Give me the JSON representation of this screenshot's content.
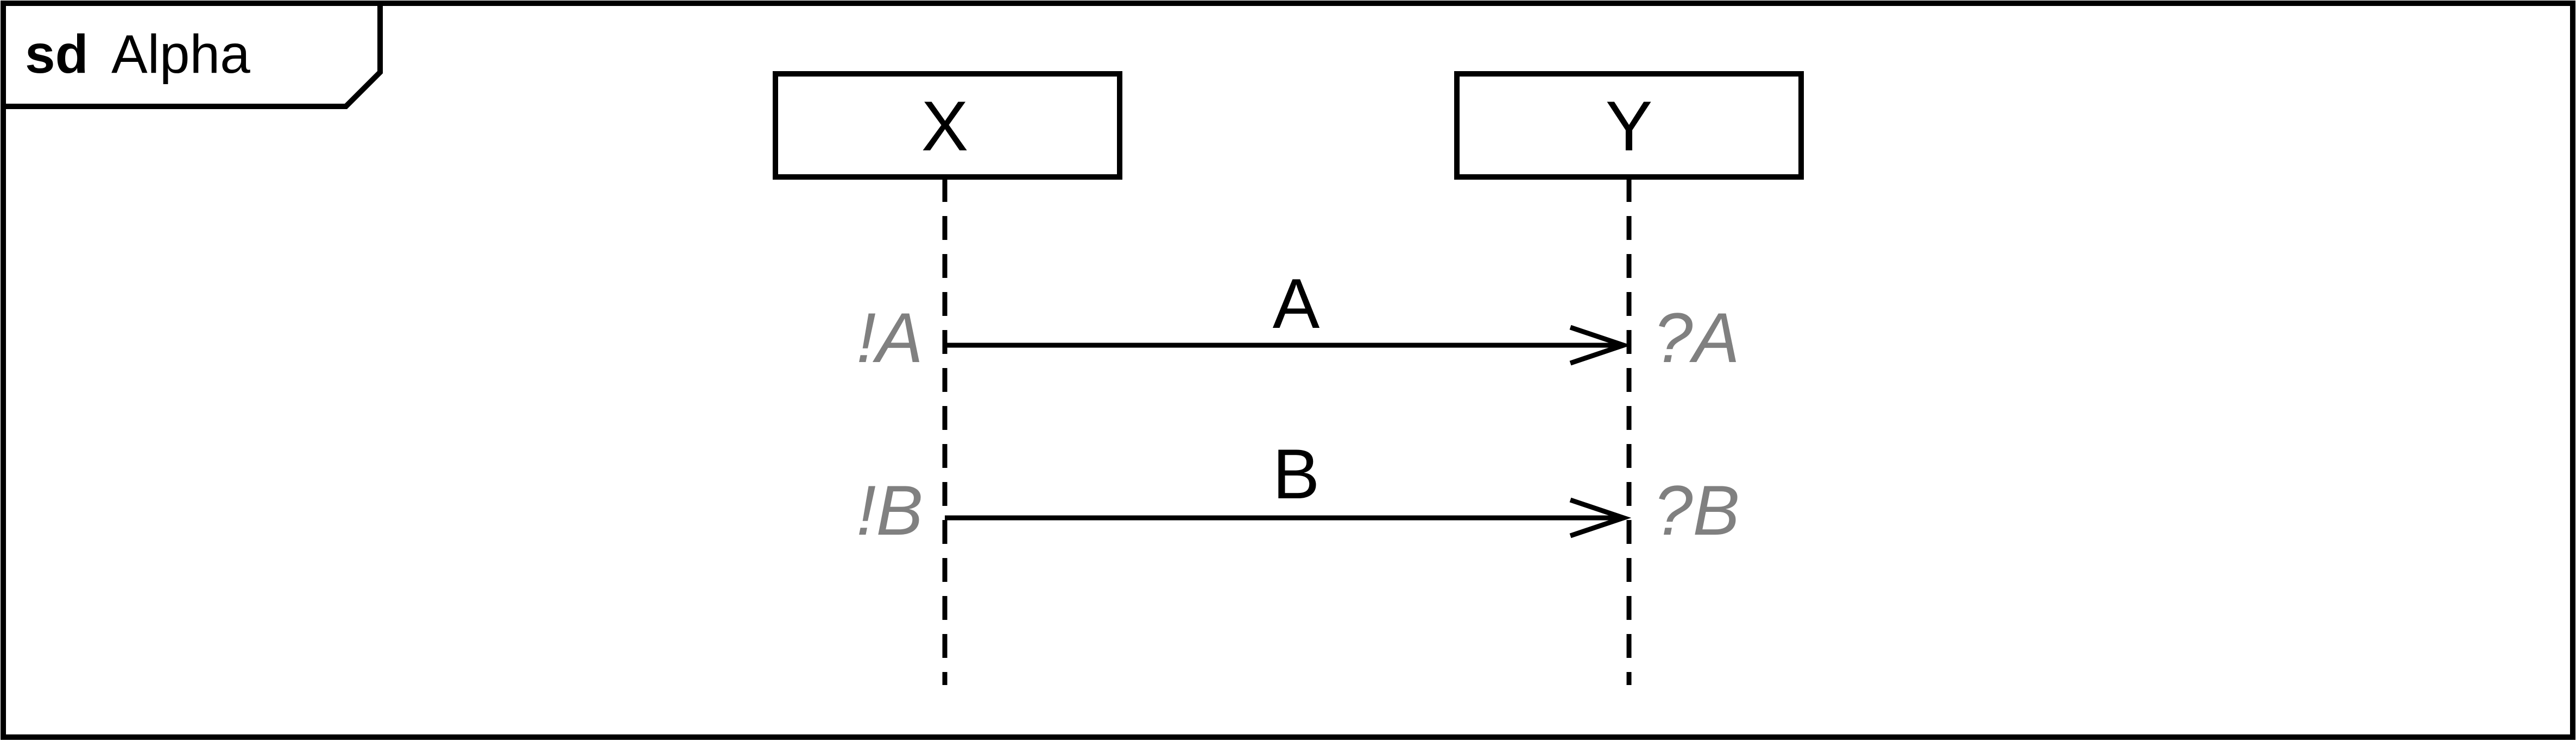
{
  "frame": {
    "keyword": "sd",
    "name": "Alpha"
  },
  "lifelines": [
    {
      "name": "X"
    },
    {
      "name": "Y"
    }
  ],
  "messages": [
    {
      "label": "A",
      "send_event": "!A",
      "receive_event": "?A",
      "from": "X",
      "to": "Y"
    },
    {
      "label": "B",
      "send_event": "!B",
      "receive_event": "?B",
      "from": "X",
      "to": "Y"
    }
  ],
  "colors": {
    "line": "#000000",
    "event_label": "#808080",
    "background": "#ffffff"
  }
}
